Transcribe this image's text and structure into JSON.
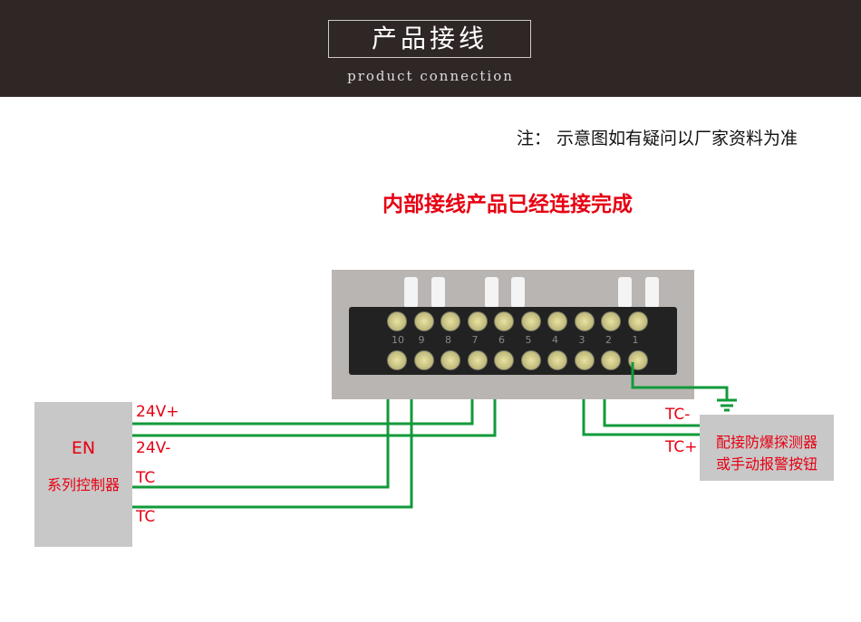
{
  "header": {
    "title": "产品接线",
    "subtitle": "product connection"
  },
  "note": "注： 示意图如有疑问以厂家资料为准",
  "diagram_title": "内部接线产品已经连接完成",
  "controller": {
    "name": "EN",
    "desc": "系列控制器"
  },
  "controller_terminals": [
    "24V+",
    "24V-",
    "TC",
    "TC"
  ],
  "detector": {
    "line1": "配接防爆探测器",
    "line2": "或手动报警按钮"
  },
  "detector_terminals": [
    "TC-",
    "TC+"
  ],
  "terminal_block_numbers": [
    "10",
    "9",
    "8",
    "7",
    "6",
    "5",
    "4",
    "3",
    "2",
    "1"
  ],
  "colors": {
    "wire": "#119a3a",
    "label": "#e60012"
  }
}
